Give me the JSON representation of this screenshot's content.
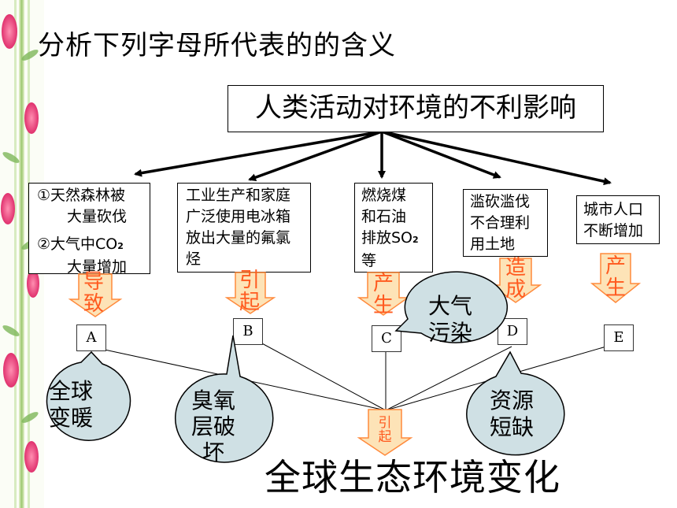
{
  "title": "分析下列字母所代表的的含义",
  "center": "人类活动对环境的不利影响",
  "boxes": {
    "b1_line1": "①天然森林被",
    "b1_line2": "大量砍伐",
    "b1_line3": "②大气中CO",
    "b1_sub": "2",
    "b1_line4": "大量增加",
    "b2_line1": "工业生产和家庭",
    "b2_line2": "广泛使用电冰箱",
    "b2_line3": "放出大量的氟氯",
    "b2_line4": "烃",
    "b3_line1": "燃烧煤",
    "b3_line2": "和石油",
    "b3_line3": "排放SO",
    "b3_sub": "2",
    "b3_line4": "等",
    "b4_line1": "滥砍滥伐",
    "b4_line2": "不合理利",
    "b4_line3": "用土地",
    "b5_line1": "城市人口",
    "b5_line2": "不断增加"
  },
  "arrows": {
    "a1": "导致",
    "a2": "引起",
    "a3": "产生",
    "a4": "造成",
    "a5": "产生",
    "bottom": "引起"
  },
  "letters": [
    "A",
    "B",
    "C",
    "D",
    "E"
  ],
  "bubbles": {
    "warming": "全球变暖",
    "ozone": "臭氧层破坏",
    "pollution": "大气污染",
    "resource": "资源短缺"
  },
  "bottom_title": "全球生态环境变化",
  "colors": {
    "accent": "#ff5a1f",
    "bubble_fill": "#cfe0e4",
    "arrow_fill": "#fde3b7"
  }
}
